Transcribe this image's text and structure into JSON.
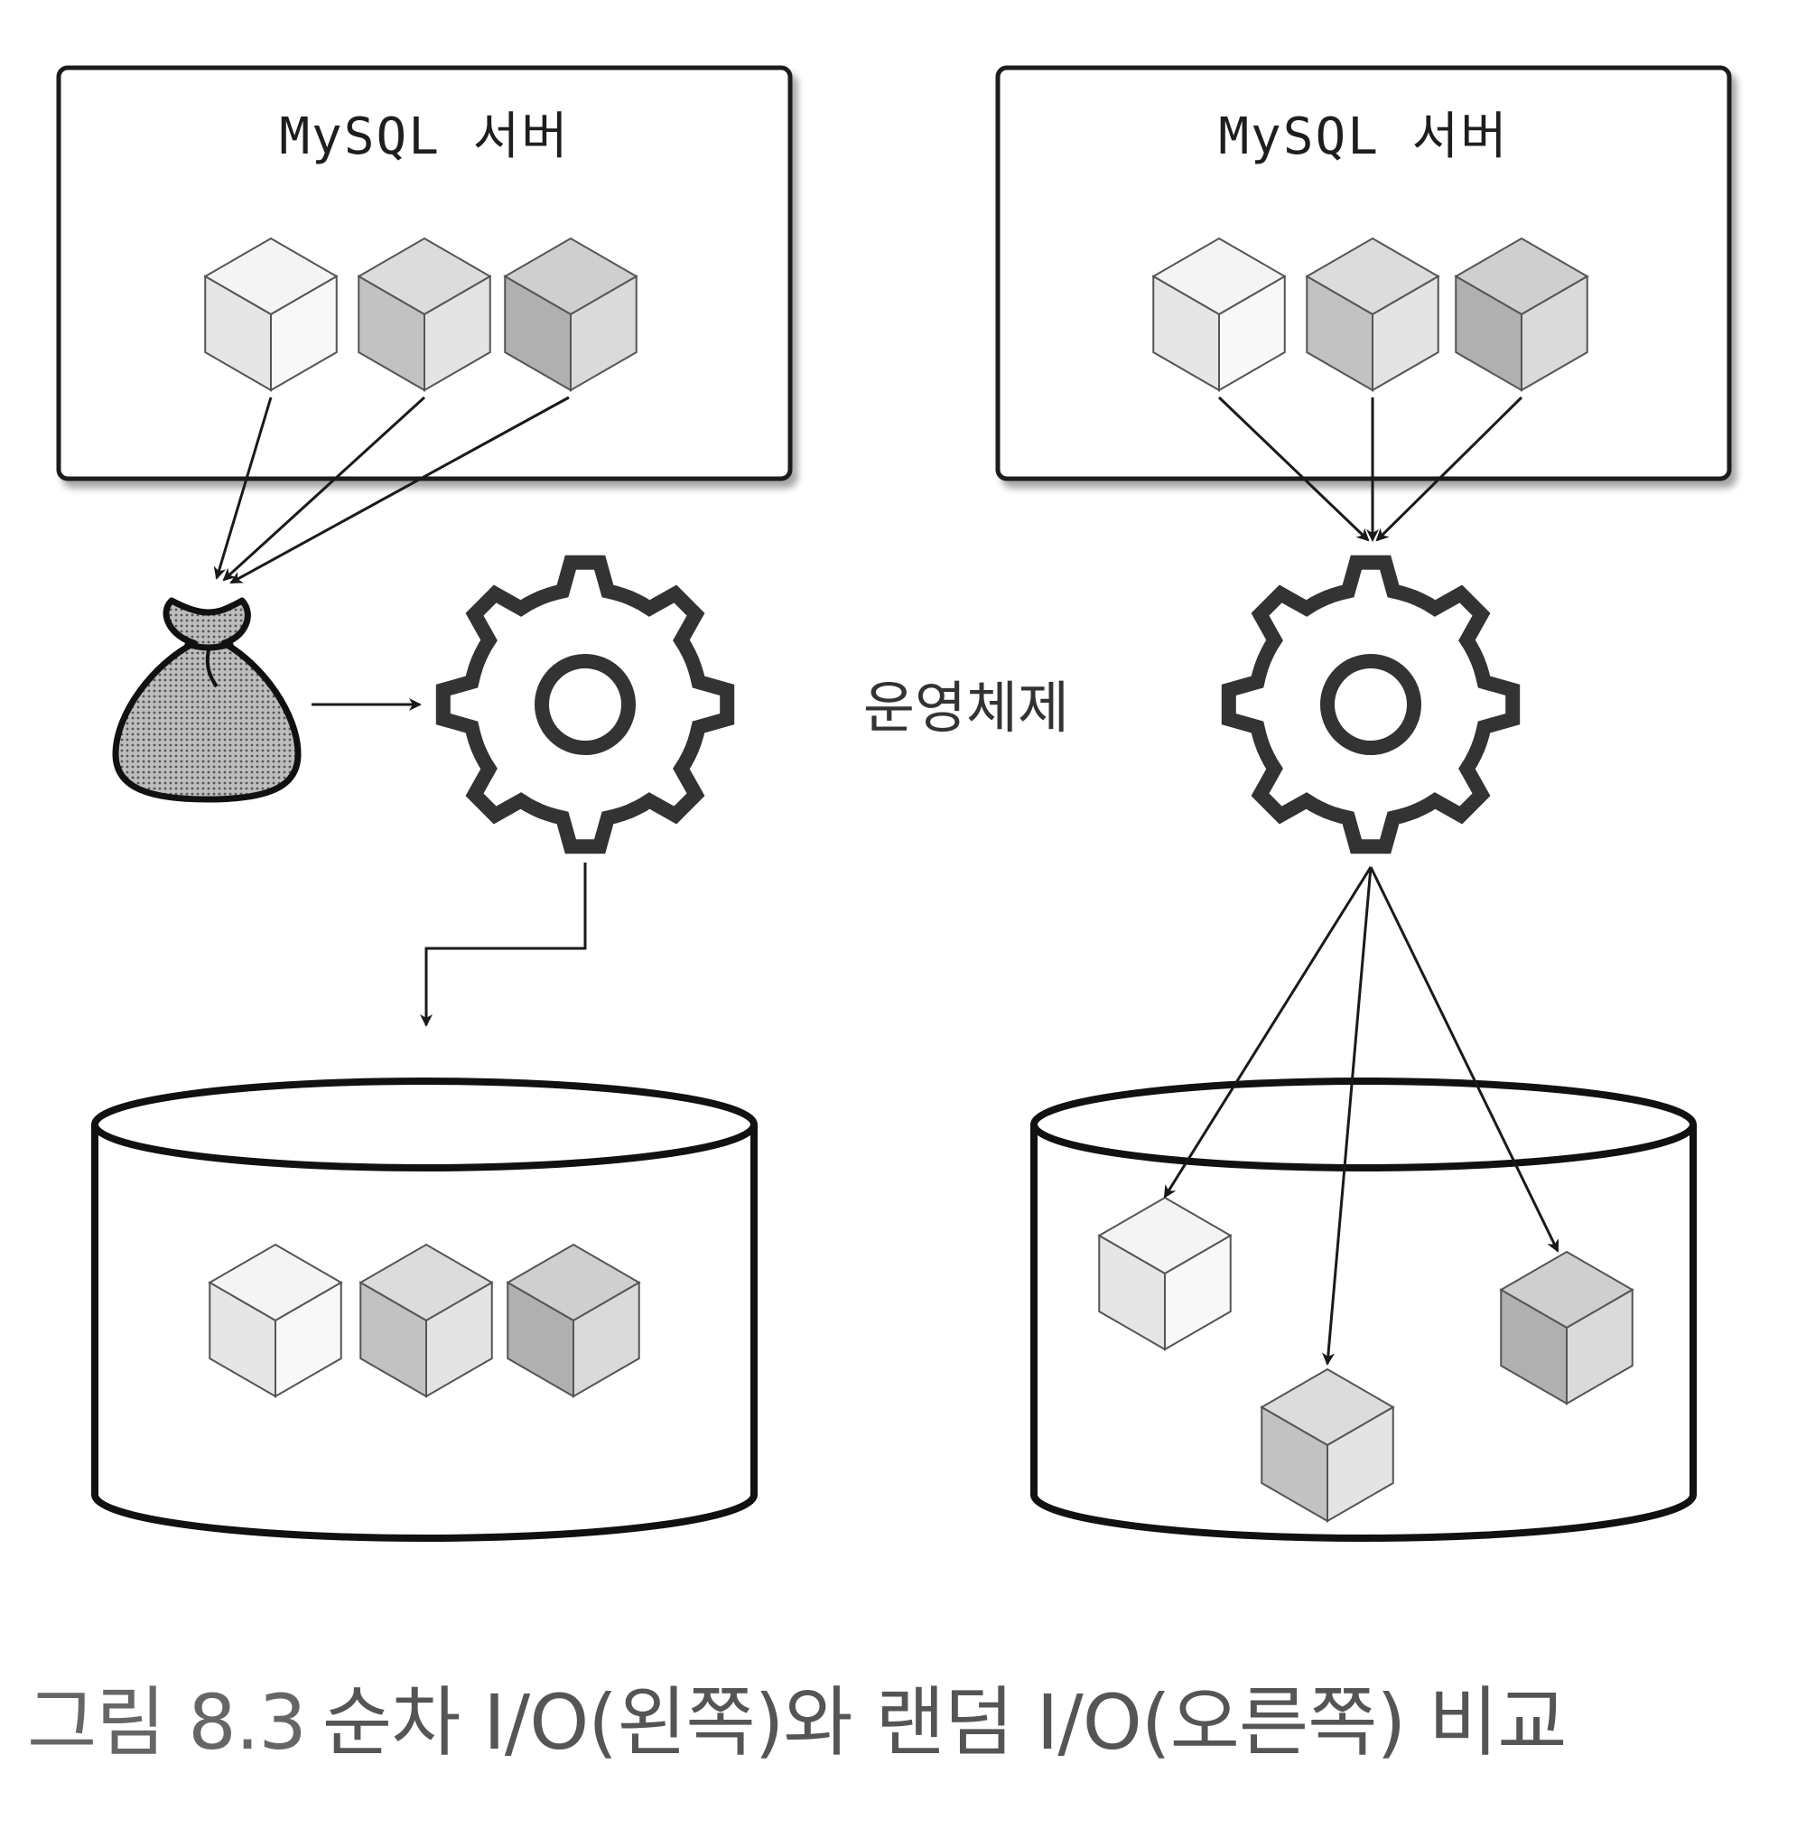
{
  "left_panel": {
    "server_label": "MySQL 서버"
  },
  "right_panel": {
    "server_label": "MySQL 서버"
  },
  "os_label": "운영체제",
  "caption": {
    "figure_number": "그림 8.3",
    "text": "순차 I/O(왼쪽)와 랜덤 I/O(오른쪽) 비교"
  },
  "icons": [
    "cube-icon",
    "sack-icon",
    "gear-icon",
    "disk-cylinder-icon"
  ],
  "colors": {
    "stroke": "#1a1a1a",
    "gear": "#333333",
    "cube_light": "#f4f4f4",
    "cube_mid": "#d0d0d0",
    "cube_dark": "#b6b6b6",
    "caption": "#555555"
  }
}
